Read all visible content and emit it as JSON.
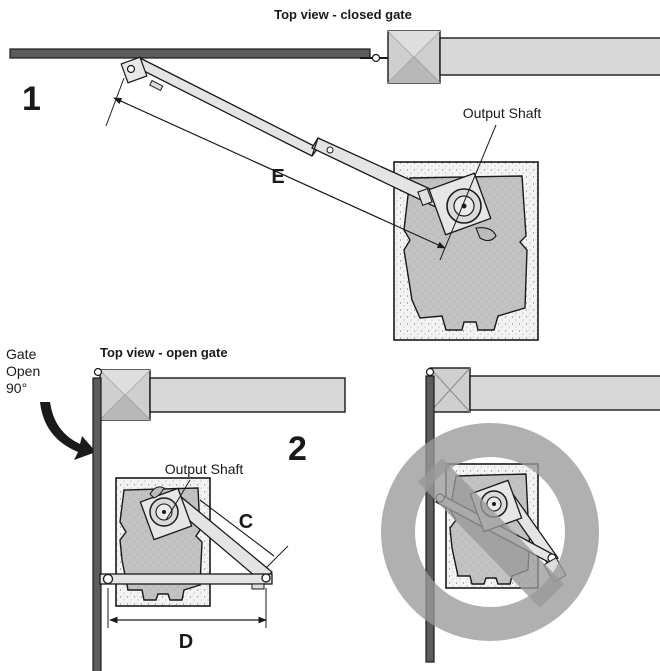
{
  "figure1": {
    "title": "Top view - closed gate",
    "step_number": "1",
    "shaft_label": "Output Shaft",
    "dimension_label": "E"
  },
  "figure2": {
    "title": "Top view - open gate",
    "step_number": "2",
    "gate_note_line1": "Gate",
    "gate_note_line2": "Open",
    "gate_note_line3": "90°",
    "shaft_label": "Output Shaft",
    "dimension_c": "C",
    "dimension_d": "D"
  },
  "colors": {
    "outline": "#1a1a1a",
    "gate_fill": "#d8d8d8",
    "pillar_fill": "#c8c8c8",
    "pad_fill": "#f2f2f2",
    "operator_fill": "#bdbdbd",
    "arm_fill": "#e2e2e2",
    "prohibited_ring": "#9a9a9a"
  }
}
